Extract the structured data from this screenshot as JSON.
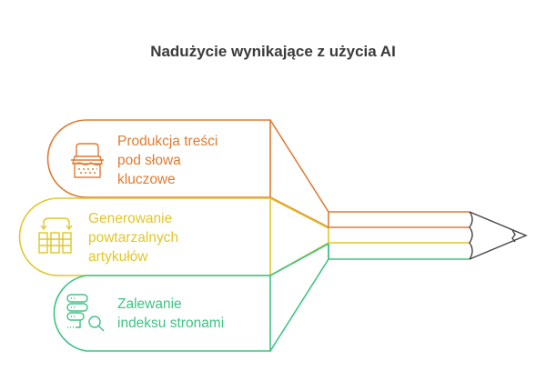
{
  "title": "Nadużycie wynikające z użycia AI",
  "items": [
    {
      "lines": [
        "Produkcja treści",
        "pod słowa",
        "kluczowe"
      ],
      "icon": "typewriter-icon",
      "color": "#E07B32"
    },
    {
      "lines": [
        "Generowanie",
        "powtarzalnych",
        "artykułów"
      ],
      "icon": "repeat-columns-icon",
      "color": "#E2C62A"
    },
    {
      "lines": [
        "Zalewanie",
        "indeksu stronami"
      ],
      "icon": "server-search-icon",
      "color": "#3FC384"
    }
  ],
  "pencil_color": "#444444"
}
